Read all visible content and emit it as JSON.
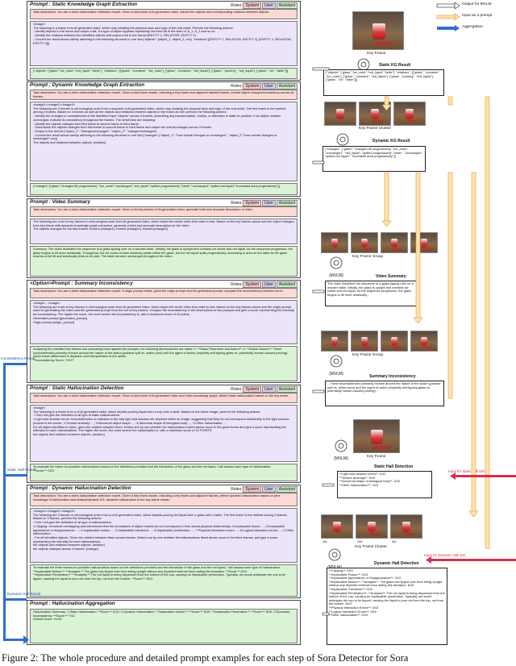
{
  "legend": {
    "output_mvlm": "Output for MVLM",
    "input_prompt": "Input as a prompt",
    "aggregation": "Aggregation"
  },
  "roles": {
    "label": "Roles:",
    "system": "System",
    "user": "User",
    "assistant": "Assistant"
  },
  "prompts": [
    {
      "title": "Prompt : Static Knowledge Graph Extraction",
      "system": "Task description: You are a video hallucination detection expert. Given a key frame of AI-generated video, extract the objects and corresponding relations between objects.",
      "user": "<image>\nThe following is a frame from AI generated video, which may violating the physical laws and logic of the real world. Perform the following actions:\n- Identify objects in the frame and output a list. If a type of object appears repeatedly, list them all in the form of 'A_1, A_2 and so on.\n- Identify the relations between the identified objects and output a list in the format [ENTITY 1, RELATION, ENTITY 2]\n- Convert the result above strictly adhering to the following structure in one line:{\"objects\": [object_1, object_2, xxx], \"relations\":[[ENTITY 1, RELATION, ENTITY 2], [ENTITY 1, RELATION, ENTITY 2]]}",
      "assistant": "{\"objects\": [\"glass\",\"ice_cube\",\"red_liquid\",\"table\"], \"relations\": [[\"glass\", \"contains\", \"ice_cube\"], [\"glass\", \"contains\", \"red_liquid\"], [\"glass\", \"pouring\", \"red_liquid\"], [\"glass\", \"on\", \"table\"]]}"
    },
    {
      "title": "Prompt : Dynamic Knowledge Graph Extraction",
      "system": "Task description: You are a video hallucination detection expert. Given a key frame cluster, including a key frame and adjacent labeled frames, extract object changes/consistency across all frames.",
      "user": "<image1><image2><image3>\nThe following are 3 frames in chronological order from a segment of AI-generated video, which may violating the physical laws and logic of the real world. The first frame is the earliest among 3 frames. Based on 3 frames as well as the objects and relations between objects in the frame as hint, perform the following actions:\n- Identify the changes or consistencies of the identified input \"objects\" across 3 frames, describing any transformation, motion, or alteration in state ex position. If an object remains unchanged, indicate its consistency throughout the frames. The detail step are following:\n- Identify the objects changes from first frame to second frame to third frame.\n- Summarize the objects changes from first frame to second frame to third frame and output the overall changes across 3 frames.\n- Output in the format {\"object_1\": \"change/unchanged\", \"object_2\": \"change/unchanged\"}\n- Convert the result above strictly adhering to the following structure in one line:{\"changes\":{\"object_1\": \"how overall changes or unchanged\", \"object_2\":\"how overall changes or unchanged\",xxx}}\nThe objects and relations between objects: {relation}",
      "assistant": "{\"changes\":{\"glass\":\"changed tilt progressively\",\"ice_cube\":\"unchanged\",\"red_liquid\":\"spilled progressively\",\"table\":\"unchanged\",\"spilled red liquid\":\"increased area progressively\"}}"
    },
    {
      "title": "Prompt : Video Summary",
      "system": "Task description: You are a video hallucination detection expert. Given a list key frames of AI-generated video, generate brief and accurate description of video.",
      "user": "The following are a set of key frames in chronological order from AI generated video, which depict the whole video from start to end. Based on the key frames above and the object changes from key frame with dynamic knowledge graph extraction, generate a brief and accurate description for the video.\nThe objects changes for the key frames: frame1:{change1}, frame2:{change2}, frame3:{change3}",
      "assistant": "Summary: The video illustrates the sequence of a glass tipping over on a wooden table. Initially, the glass is upright and contains ice cubes and red liquid. As the sequence progresses, the glass begins to tilt more drastically. Throughout, the ice cubes remain relatively stable within the glass, but the red liquid spills progressively, increasing in area on the table as the glass reaches a full tilt and eventually rests on its side. The table remains unchanged throughout the video."
    },
    {
      "title": "<Option>Prompt : Summary Inconsistency",
      "system": "Task description: You are a video hallucination detection expert. If origin prompt exists, given the origin prompt and the generated prompt, compare the inconsistency between them.",
      "user": "<image>...<image>\nThe following are a set of key frames in chronological order from AI generated video, which depict the whole video from start to end. Based on the key frames above and the origin prompt used for generating the video and the generated prompt from the set of key frames, compare the inconsistency in the descriptions of two prompts and give a score representing the intensity for inconsistency. The higher the score, the more severe the inconsistency is, with a maximum score of 10 points.\nGenerated prompt:{generated_prompt}\nOrigin prompt:{origin_prompt}",
      "assistant": "Analyzing the provided key frames and comparing them against the prompts, the following discrepancies are noted: 1. **Glass Placement and Action**: 2. **Action Source**: These inconsistencies primarily revolve around the nature of the action (passive spill vs. active pour) and the agent of action (implicitly self-tipping glass vs. potentially human-caused pouring). Given these differences in depiction and interpretation of the action.\n**Inconsistency Score: 7/10**"
    },
    {
      "title": "Prompt : Static Hallucination Detection",
      "system": "Task description: You are a video hallucination detection expert. Given a key frame of AI-generated video and video knowledge graph, detect static hallucination based on the key frame.",
      "user": "<image>\nThe following is a frame from a of AI generated video, which depicts pouring liquid from a cup onto a table. Based on the frame image, perform the following actions:\n- First I will give the definition of all type of static hallucinations:\n1.Light and shadow errors: Inconsistencies or mistakes in the way light and shadow are depicted within an image, suggesting that they do not correspond realistically to the light sources present in the scene.; 2.Texture anomaly: ...; 3.Abnormal object shape: ...; 4.Abnormal shape of biological body: ...; 5.Other hallucination: ...\nFor all object identified in video, given the relation between them. Detect one by one whether the hallucinations listed above occur in the given frame and give a score representing the intensity for each hallucinations. The higher the score, the more severe the hallucination is, with a maximum score of 10 POINTS.\nthe objects and relations between objects: {relation}",
      "assistant": "To evaluate the frame for possible hallucinations based on the definitions provided and the interaction of the glass and the red liquid, I will assess each type of hallucination:\n**Score:** 0/10"
    },
    {
      "title": "Prompt : Dynamic Hallucination Detection",
      "system": "Task description: You are a video hallucination detection expert. Given a key frame cluster, including a key frame and adjacent frames, detect dynamic hallucination based on prior knowledge of hallucination and statical/dynamic KG, dynamic hallucination in the key frame cluster.",
      "user": "<image1><image2><image3>\nThe following are 3 frames in chronological order from a of AI generated video, which depicts pouring red liquid from a glass onto a table. The first frame is the earliest among 3 frames. Based on 3 frames, perform the following actions:\n- First I will give the definition of all type of hallucinations:\n1.Clipping: Unnatural overlapping and intersection that the boundaries of object models do not correspond to their actual physical relationships; 2.Implausible fusion: ...; 3.Implausible appearance or disappearance: ...; 4.Implausible motion: ...; 5.Implausible transform: ...; 6.Implausible penetration: ...; 7.Physical interaction errors: ...; 8.Logical interaction errors: ...; 9.Other hallucination: ...\n- For all identified objects, Given the relation between them across frames, Detect one by one whether the hallucinations listed above occur in the three frames, and give a score representing the intensity for each hallucinations.\nthe objects and relations between objects: {relation}\nthe objects changes across 3 frames: {change}",
      "assistant": "To evaluate the three frames for possible hallucinations based on the definitions provided and the interaction of the glass and the red liquid, I will assess each type of hallucination:\n**Implausible Motion:** **Analysis:** The glass has tipped over from being upright without any depicted external force aiding this transition. **Score:** 6/10\n**Implausible Penetration:** **Analysis:** The red liquid is being dispensed from the bottom of the cup, causing an implausible penetration. Typically, we would anticipate the cup to be tipped, causing the liquid to pour out from the top, not from the bottom. **Score:** 8/10"
    },
    {
      "title": "Prompt : Hallucination Aggregation",
      "assistant": "Hallucination Summary: 1.Static Hallucination: **Score:** 0/10; 2.Dynamic Hallucination: **Implausible Motion:** **Score:** 6/10; **Implausible Penetration:** **Score:** 8/10; 3.Summary Inconsistency: **Score:** 7/10\nOverall Score: 21/30"
    }
  ],
  "side_labels": {
    "inconsistency": "Inconsistency Result",
    "static": "Static Hall Result",
    "dynamic": "Dynamic Hall Result"
  },
  "right": {
    "key_frame": "Key Frame",
    "key_frame_cluster": "Key Frame Cluster",
    "key_frame_group": "Key Frame Group",
    "mvlm": "(MVLM)",
    "static_kg_title": "Static KG Result",
    "static_kg_text": "{\"objects\": [\"glass\",\"ice_cube\",\"red_liquid\",\"table\"], \"relations\": [[\"glass\", \"contains\", \"ice_cube\"], [\"glass\", \"contains\", \"red_liquid\"], [\"glass\", \"pouring\", \"red_liquid\"], [\"glass\", \"on\", \"table\"]]}",
    "dynamic_kg_title": "Dynamic KG Result",
    "dynamic_kg_text": "{\"changes\": {\"glass\": \"changed tilt progressively\",\"ice_cube\": \"unchanged\", \"red_liquid\": \"spilled progressively\",\"table\": \"unchanged\", \"spilled red liquid\": \"increased area progressively\"}}",
    "video_summary_title": "Video Summary",
    "video_summary_text": "The video illustrates the sequence of a glass tipping over on a wooden table. Initially, the glass is upright and contains ice cubes and red liquid. As the sequence progresses, the glass begins to tilt more drastically...",
    "summary_incons_title": "Summary Inconsistency",
    "summary_incons_text": "...These inconsistencies primarily revolve around the nature of the action (passive spill vs. active pour) and the agent of action (implicitly self-tipping glass vs. potentially human-caused pouring)...",
    "static_det_title": "Static Hall Detection",
    "static_det_lines": [
      "**Light and shadow errors**: 0/10",
      "**Texture anomaly**: 0/10",
      "**Abnormal shape of biological body**: 0/10",
      "**Other hallucination**: 0/10"
    ],
    "dynamic_det_title": "Dynamic Hall Detection",
    "dynamic_det_lines": [
      "**Clipping**: 0/10",
      "**Implausible Fusion**: 0/10",
      "**Implausible Appearance or Disappearance**: 0/10",
      "**Implausible Motion**: **Analysis**: The glass has tipped over from being upright without any depicted external force aiding this transition. 6/10",
      "**Implausible Transform**: 0/10",
      "**Implausible Penetration**: **Analysis**: The red liquid is being dispensed from the bottom of the cup, causing an implausible penetration. Typically, we would anticipate the cup to be tipped, causing the liquid to pour out from the top, not from the bottom. 8/10",
      "**Physical Interaction Errors**: 0/10",
      "**Logical Interaction Errors**: 0/10",
      "**Other hallucination**: 0/10"
    ],
    "input_static": "Input for Static Hall Det",
    "input_dynamic": "Input for Dynamic Hall Det",
    "tag_1st": "1st",
    "tag_2nd": "2nd",
    "tag_3rd": "3rd"
  },
  "caption": "Figure 2: The whole procedure and detailed prompt examples for each step of Sora Detector for Sora",
  "colors": {
    "system": "#fbd9d5",
    "user": "#ebe4fb",
    "assistant": "#d9f3d4",
    "aggregation_arrow": "#2a6fd6",
    "input_arrow": "#f0a030",
    "prompt_arrow": "#d6304a"
  }
}
